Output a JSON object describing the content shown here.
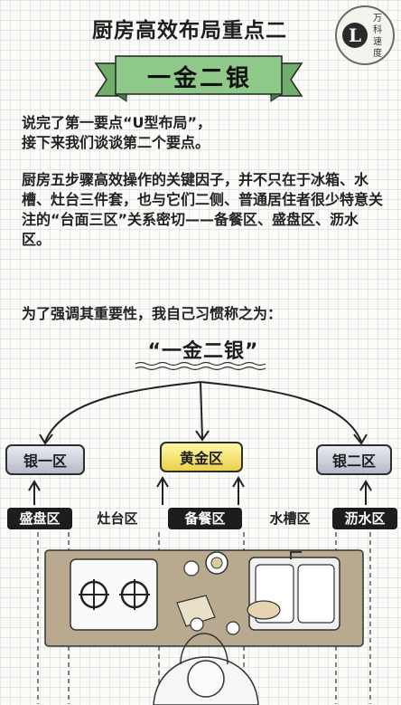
{
  "title": "厨房高效布局重点二",
  "seal": {
    "letter": "L",
    "text": "万科速度"
  },
  "banner": {
    "text": "一金二银",
    "ribbon_color": "#8fc98a"
  },
  "paragraphs": [
    "说完了第一要点“U型布局”，\n接下来我们谈谈第二个要点。",
    "厨房五步骤高效操作的关键因子，并不只在于冰箱、水槽、灶台三件套，也与它们二侧、普通居住者很少特意关注的“台面三区”关系密切——备餐区、盛盘区、沥水区。",
    "为了强调其重要性，我自己习惯称之为："
  ],
  "term": "“一金二银”",
  "zones": {
    "left": "银一区",
    "center": "黄金区",
    "right": "银二区"
  },
  "labels": [
    "盛盘区",
    "灶台区",
    "备餐区",
    "水槽区",
    "沥水区"
  ],
  "colors": {
    "gold": "#f0dc5a",
    "silver": "#c4c7d2",
    "countertop": "#b9a98f"
  }
}
